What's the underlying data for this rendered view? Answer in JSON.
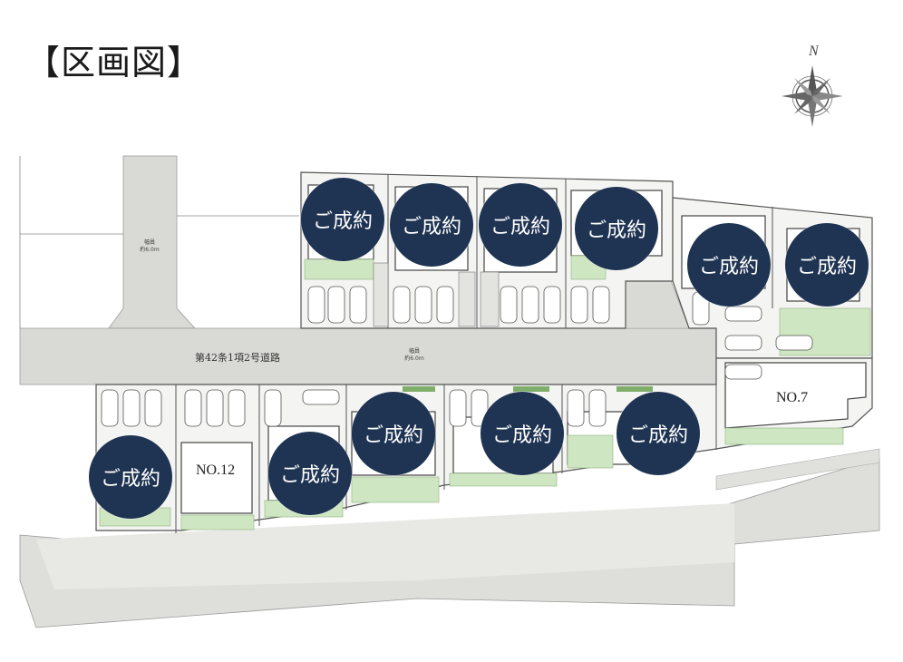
{
  "title": "【区画図】",
  "compass": {
    "north_label": "N"
  },
  "road": {
    "main_label": "第42条1項2号道路",
    "width_label_1": "幅員",
    "width_value_1": "約6.0m",
    "width_label_2": "幅員",
    "width_value_2": "約6.0m"
  },
  "lots": {
    "no7": "NO.7",
    "no12": "NO.12"
  },
  "sold_label": "ご成約",
  "colors": {
    "sold_badge": "#1f3452",
    "road": "#d9d9d6",
    "lawn": "#cfe6c2",
    "building": "#ffffff"
  }
}
